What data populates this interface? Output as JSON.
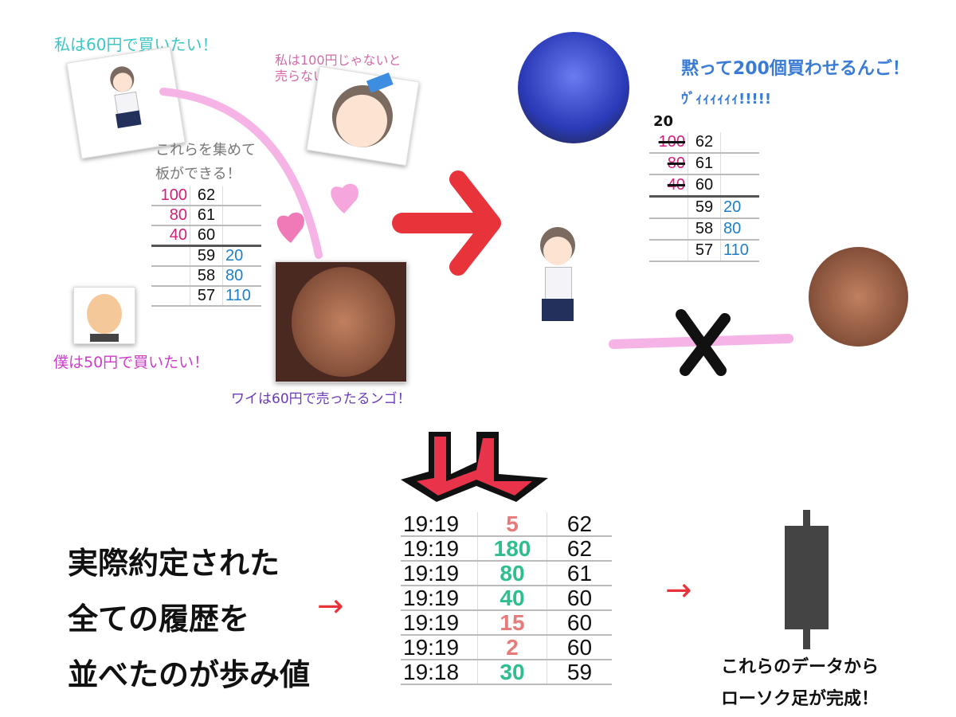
{
  "top_left": {
    "buyer_girl_caption": "私は60円で買いたい！",
    "seller_girl_caption_line1": "私は100円じゃないと",
    "seller_girl_caption_line2": "売らない！",
    "board_caption_line1": "これらを集めて",
    "board_caption_line2": "板ができる！",
    "bald_man_caption": "僕は50円で買いたい！",
    "ugly_face_caption": "ワイは60円で売ったるンゴ！",
    "order_book": [
      {
        "sell": "100",
        "price": "62",
        "buy": ""
      },
      {
        "sell": "80",
        "price": "61",
        "buy": ""
      },
      {
        "sell": "40",
        "price": "60",
        "buy": ""
      },
      {
        "sell": "",
        "price": "59",
        "buy": "20"
      },
      {
        "sell": "",
        "price": "58",
        "buy": "80"
      },
      {
        "sell": "",
        "price": "57",
        "buy": "110"
      }
    ]
  },
  "top_right": {
    "shout_line1": "黙って200個買わせるんご！",
    "shout_line2": "ｳﾞｨｨｨｨｨｨ!!!!!",
    "handwritten_note": "20",
    "order_book": [
      {
        "sell": "100",
        "price": "62",
        "buy": ""
      },
      {
        "sell": "80",
        "price": "61",
        "buy": ""
      },
      {
        "sell": "40",
        "price": "60",
        "buy": ""
      },
      {
        "sell": "",
        "price": "59",
        "buy": "20"
      },
      {
        "sell": "",
        "price": "58",
        "buy": "80"
      },
      {
        "sell": "",
        "price": "57",
        "buy": "110"
      }
    ]
  },
  "bottom": {
    "explanation_line1": "実際約定された",
    "explanation_line2": "全ての履歴を",
    "explanation_line3": "並べたのが歩み値",
    "arrow_glyph": "→",
    "trades": [
      {
        "time": "19:19",
        "qty": "5",
        "side": "sell",
        "price": "62"
      },
      {
        "time": "19:19",
        "qty": "180",
        "side": "buy",
        "price": "62"
      },
      {
        "time": "19:19",
        "qty": "80",
        "side": "buy",
        "price": "61"
      },
      {
        "time": "19:19",
        "qty": "40",
        "side": "buy",
        "price": "60"
      },
      {
        "time": "19:19",
        "qty": "15",
        "side": "sell",
        "price": "60"
      },
      {
        "time": "19:19",
        "qty": "2",
        "side": "sell",
        "price": "60"
      },
      {
        "time": "19:18",
        "qty": "30",
        "side": "buy",
        "price": "59"
      }
    ],
    "candle_caption_line1": "これらのデータから",
    "candle_caption_line2": "ローソク足が完成！"
  },
  "colors": {
    "sell_qty": "#e87a7a",
    "buy_qty": "#2fbf8f",
    "ask": "#d0207a",
    "bid": "#1f7fc8",
    "arrow_red": "#e8333b",
    "shout_blue": "#3a7bd5"
  }
}
